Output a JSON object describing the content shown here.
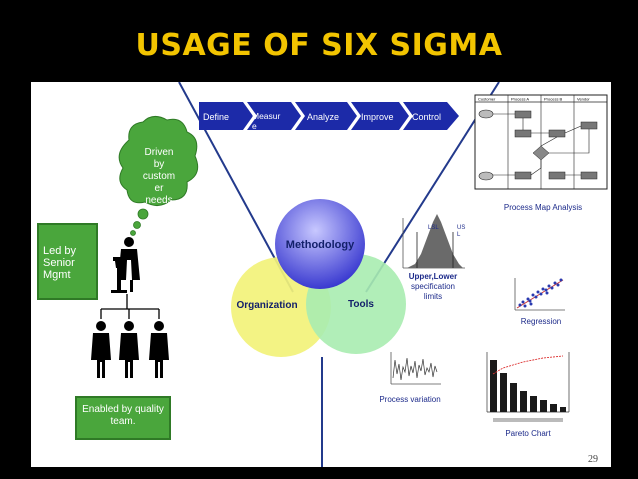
{
  "slide": {
    "title": "USAGE OF SIX SIGMA",
    "page_number": "29"
  },
  "people": {
    "thought_bubble": [
      "Driven",
      "by",
      "custom",
      "er",
      "needs"
    ],
    "led_by": [
      "Led by",
      "Senior",
      "Mgmt"
    ],
    "enabled_by": [
      "Enabled by quality",
      "team."
    ]
  },
  "dmaic": {
    "steps": [
      "Define",
      "Measur\ne",
      "Analyze",
      "Improve",
      "Control"
    ]
  },
  "venn": {
    "methodology": "Methodology",
    "organization": "Organization",
    "tools": "Tools"
  },
  "tools": {
    "process_map_headers": [
      "Customer",
      "Process A",
      "Process B",
      "Vendor"
    ],
    "process_map_caption": "Process Map Analysis",
    "spec_labels": [
      "LSL",
      "US\nL"
    ],
    "spec_caption": [
      "Upper,Lower",
      "specification",
      "limits"
    ],
    "regression_caption": "Regression",
    "process_variation_caption": "Process variation",
    "pareto_caption": "Pareto Chart"
  },
  "colors": {
    "title": "#f2c400",
    "dmaic_fill": "#1c2aa8",
    "venn_methodology": "#6a6ae8",
    "venn_organization": "#f2f27a",
    "venn_tools": "#a8ecb0",
    "people_green": "#4aa63c",
    "divider_lines": "#233a8c"
  }
}
